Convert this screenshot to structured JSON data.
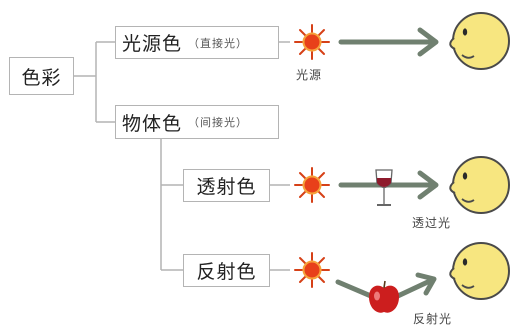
{
  "root": {
    "label": "色彩"
  },
  "branches": [
    {
      "label": "光源色",
      "note": "（直接光）"
    },
    {
      "label": "物体色",
      "note": "（间接光）"
    }
  ],
  "sub_branches": [
    {
      "label": "透射色"
    },
    {
      "label": "反射色"
    }
  ],
  "captions": {
    "light_source": "光源",
    "transmitted": "透过光",
    "reflected": "反射光"
  },
  "colors": {
    "line": "#b4b4b4",
    "arrow": "#708070",
    "sun_core": "#e8401a",
    "sun_ray": "#d64017",
    "face": "#f7e680",
    "wine": "#8e1a2c",
    "apple": "#cc1e1e"
  }
}
